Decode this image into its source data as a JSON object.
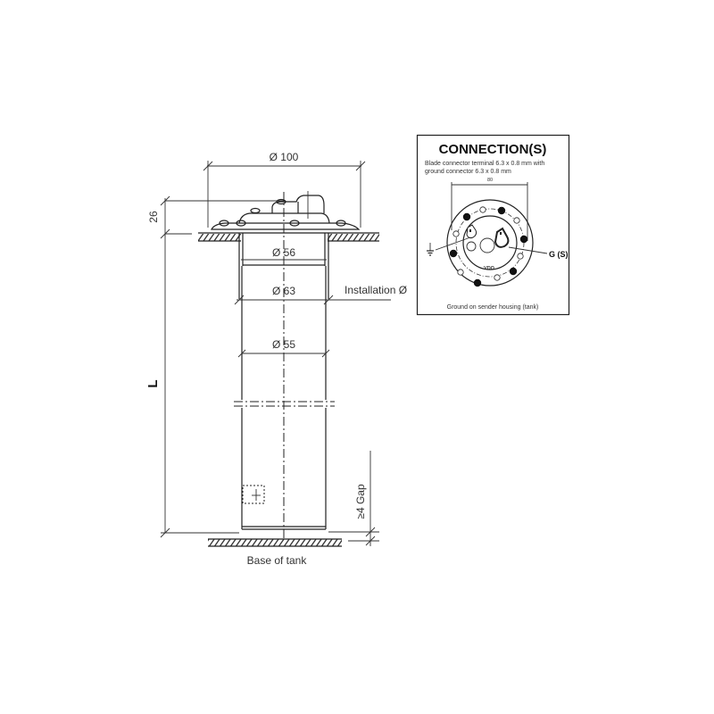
{
  "drawing": {
    "dimensions": {
      "flange_diameter": "Ø 100",
      "height_above_flange": "26",
      "bore_diameter": "Ø 56",
      "installation_diameter": "Ø 63",
      "tube_diameter": "Ø 55",
      "length_label": "L",
      "gap": "≥4  Gap"
    },
    "labels": {
      "installation": "Installation Ø",
      "base_of_tank": "Base of tank"
    }
  },
  "connection_panel": {
    "title": "CONNECTION(S)",
    "description_line1": "Blade connector terminal 6.3 x 0.8 mm with",
    "description_line2": "ground connector 6.3 x 0.8 mm",
    "pitch_dimension": "80",
    "brand": "VDO",
    "signal_label": "G (S)",
    "ground_symbol": "ground-symbol",
    "footer": "Ground on sender housing (tank)"
  },
  "colors": {
    "line": "#222222",
    "background": "#ffffff"
  }
}
